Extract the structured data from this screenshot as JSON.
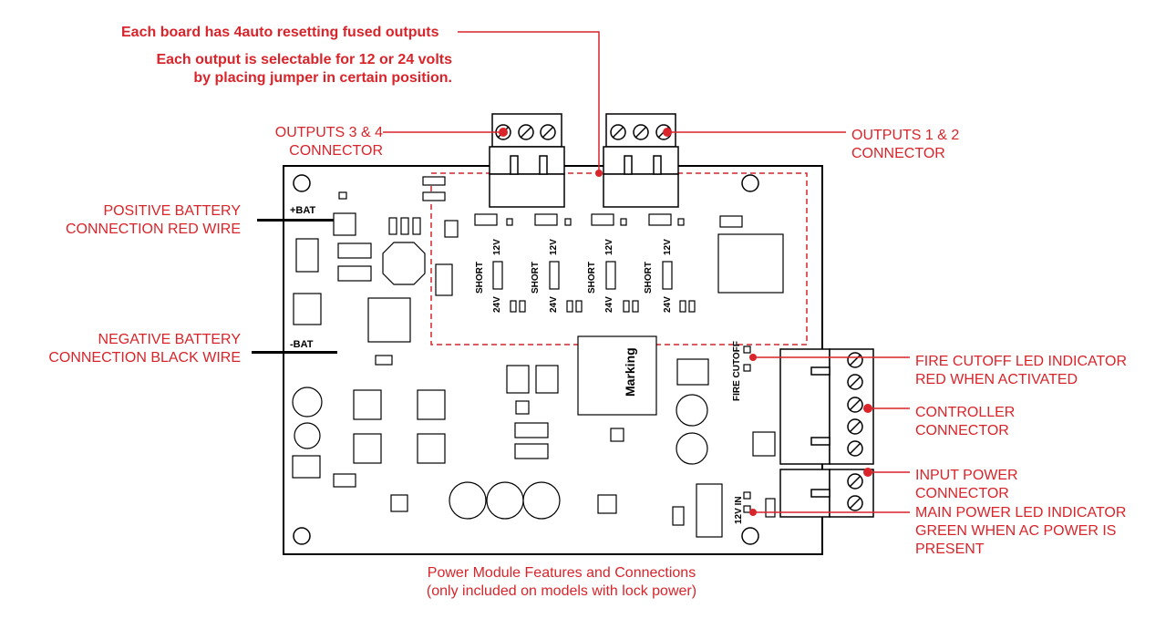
{
  "colors": {
    "annotation": "#d8242a",
    "ink": "#000000",
    "board": "#ffffff"
  },
  "callouts": {
    "fused_outputs": "Each board has 4auto resetting fused outputs",
    "selectable_line1": "Each output is selectable for 12 or 24 volts",
    "selectable_line2": "by placing jumper in certain position.",
    "outputs_34_line1": "OUTPUTS 3 & 4",
    "outputs_34_line2": "CONNECTOR",
    "outputs_12_line1": "OUTPUTS 1 & 2",
    "outputs_12_line2": "CONNECTOR",
    "pos_batt_line1": "POSITIVE BATTERY",
    "pos_batt_line2": "CONNECTION RED WIRE",
    "neg_batt_line1": "NEGATIVE BATTERY",
    "neg_batt_line2": "CONNECTION BLACK WIRE",
    "fire_led_line1": "FIRE CUTOFF LED INDICATOR",
    "fire_led_line2": "RED WHEN ACTIVATED",
    "controller_line1": "CONTROLLER",
    "controller_line2": "CONNECTOR",
    "input_power_line1": "INPUT POWER",
    "input_power_line2": "CONNECTOR",
    "main_led_line1": "MAIN POWER LED INDICATOR",
    "main_led_line2": "GREEN WHEN AC POWER IS",
    "main_led_line3": "PRESENT"
  },
  "board_labels": {
    "bat_pos": "+BAT",
    "bat_neg": "-BAT",
    "v12": "12V",
    "v24": "24V",
    "short": "SHORT",
    "fire_cutoff": "FIRE CUTOFF",
    "v12_in": "12V IN",
    "marking": "Marking"
  },
  "caption": {
    "line1": "Power Module Features and Connections",
    "line2": "(only included on models with lock power)"
  }
}
